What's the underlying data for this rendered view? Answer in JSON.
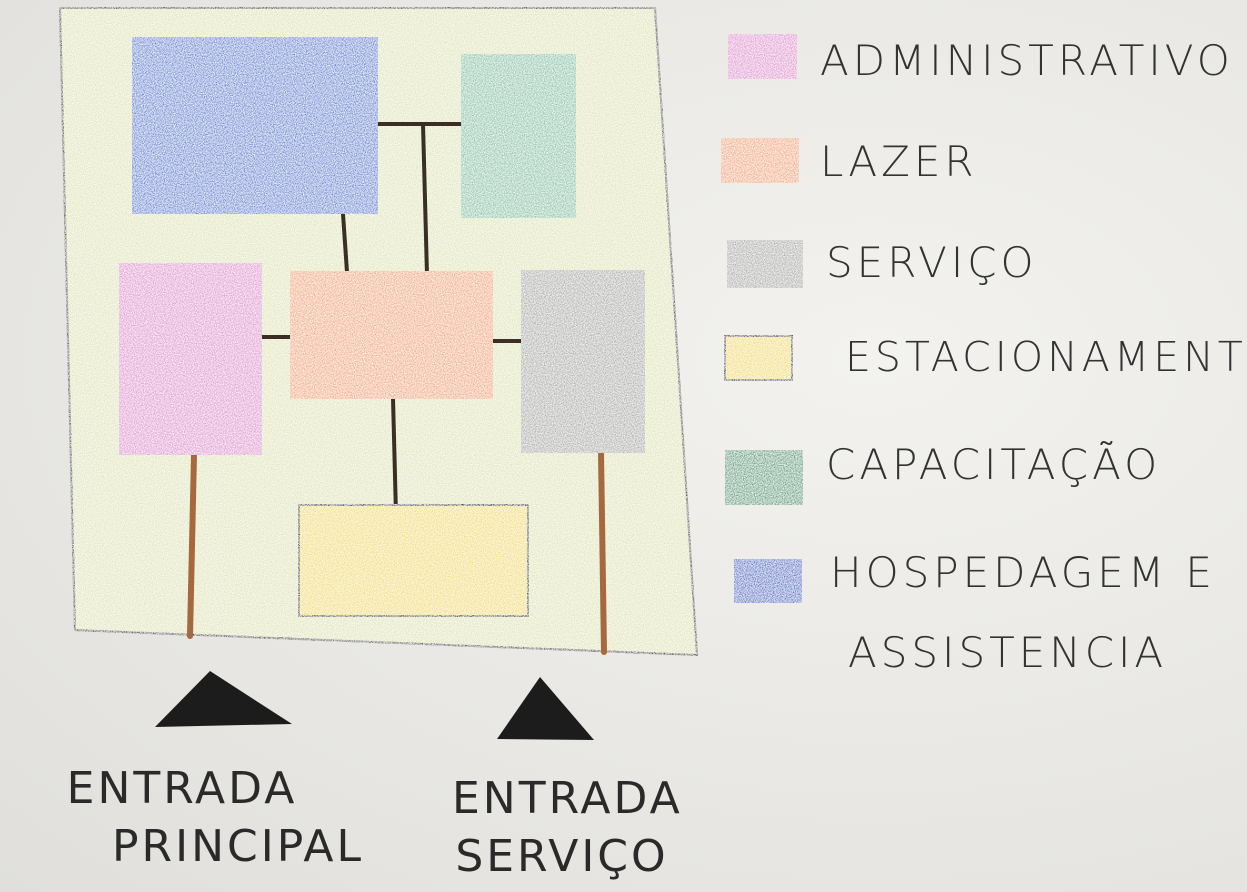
{
  "colors": {
    "site": "#dfe4b4",
    "administrativo": "#e08fd0",
    "lazer": "#f2a36e",
    "servico": "#a9a9a7",
    "estacionamento": "#f1dc5a",
    "capacitacao": "#7fc2a4",
    "hospedagem": "#4d7bd3",
    "connector": "#3b2e24",
    "access_path": "#a5683f",
    "entrance_marker": "#1c1c1c"
  },
  "legend": [
    {
      "key": "administrativo",
      "label": "ADMINISTRATIVO",
      "color": "#e08fd0"
    },
    {
      "key": "lazer",
      "label": "LAZER",
      "color": "#f2a36e"
    },
    {
      "key": "servico",
      "label": "SERVIÇO",
      "color": "#a9a9a7"
    },
    {
      "key": "estacionamento",
      "label": "ESTACIONAMENTO",
      "color": "#f1dc5a"
    },
    {
      "key": "capacitacao",
      "label": "CAPACITAÇÃO",
      "color": "#3f9a72"
    },
    {
      "key": "hospedagem",
      "label_line1": "HOSPEDAGEM E",
      "label_line2": "ASSISTENCIA",
      "color": "#2f63c6"
    }
  ],
  "entrances": {
    "principal": {
      "line1": "ENTRADA",
      "line2": "PRINCIPAL"
    },
    "servico": {
      "line1": "ENTRADA",
      "line2": "SERVIÇO"
    }
  }
}
